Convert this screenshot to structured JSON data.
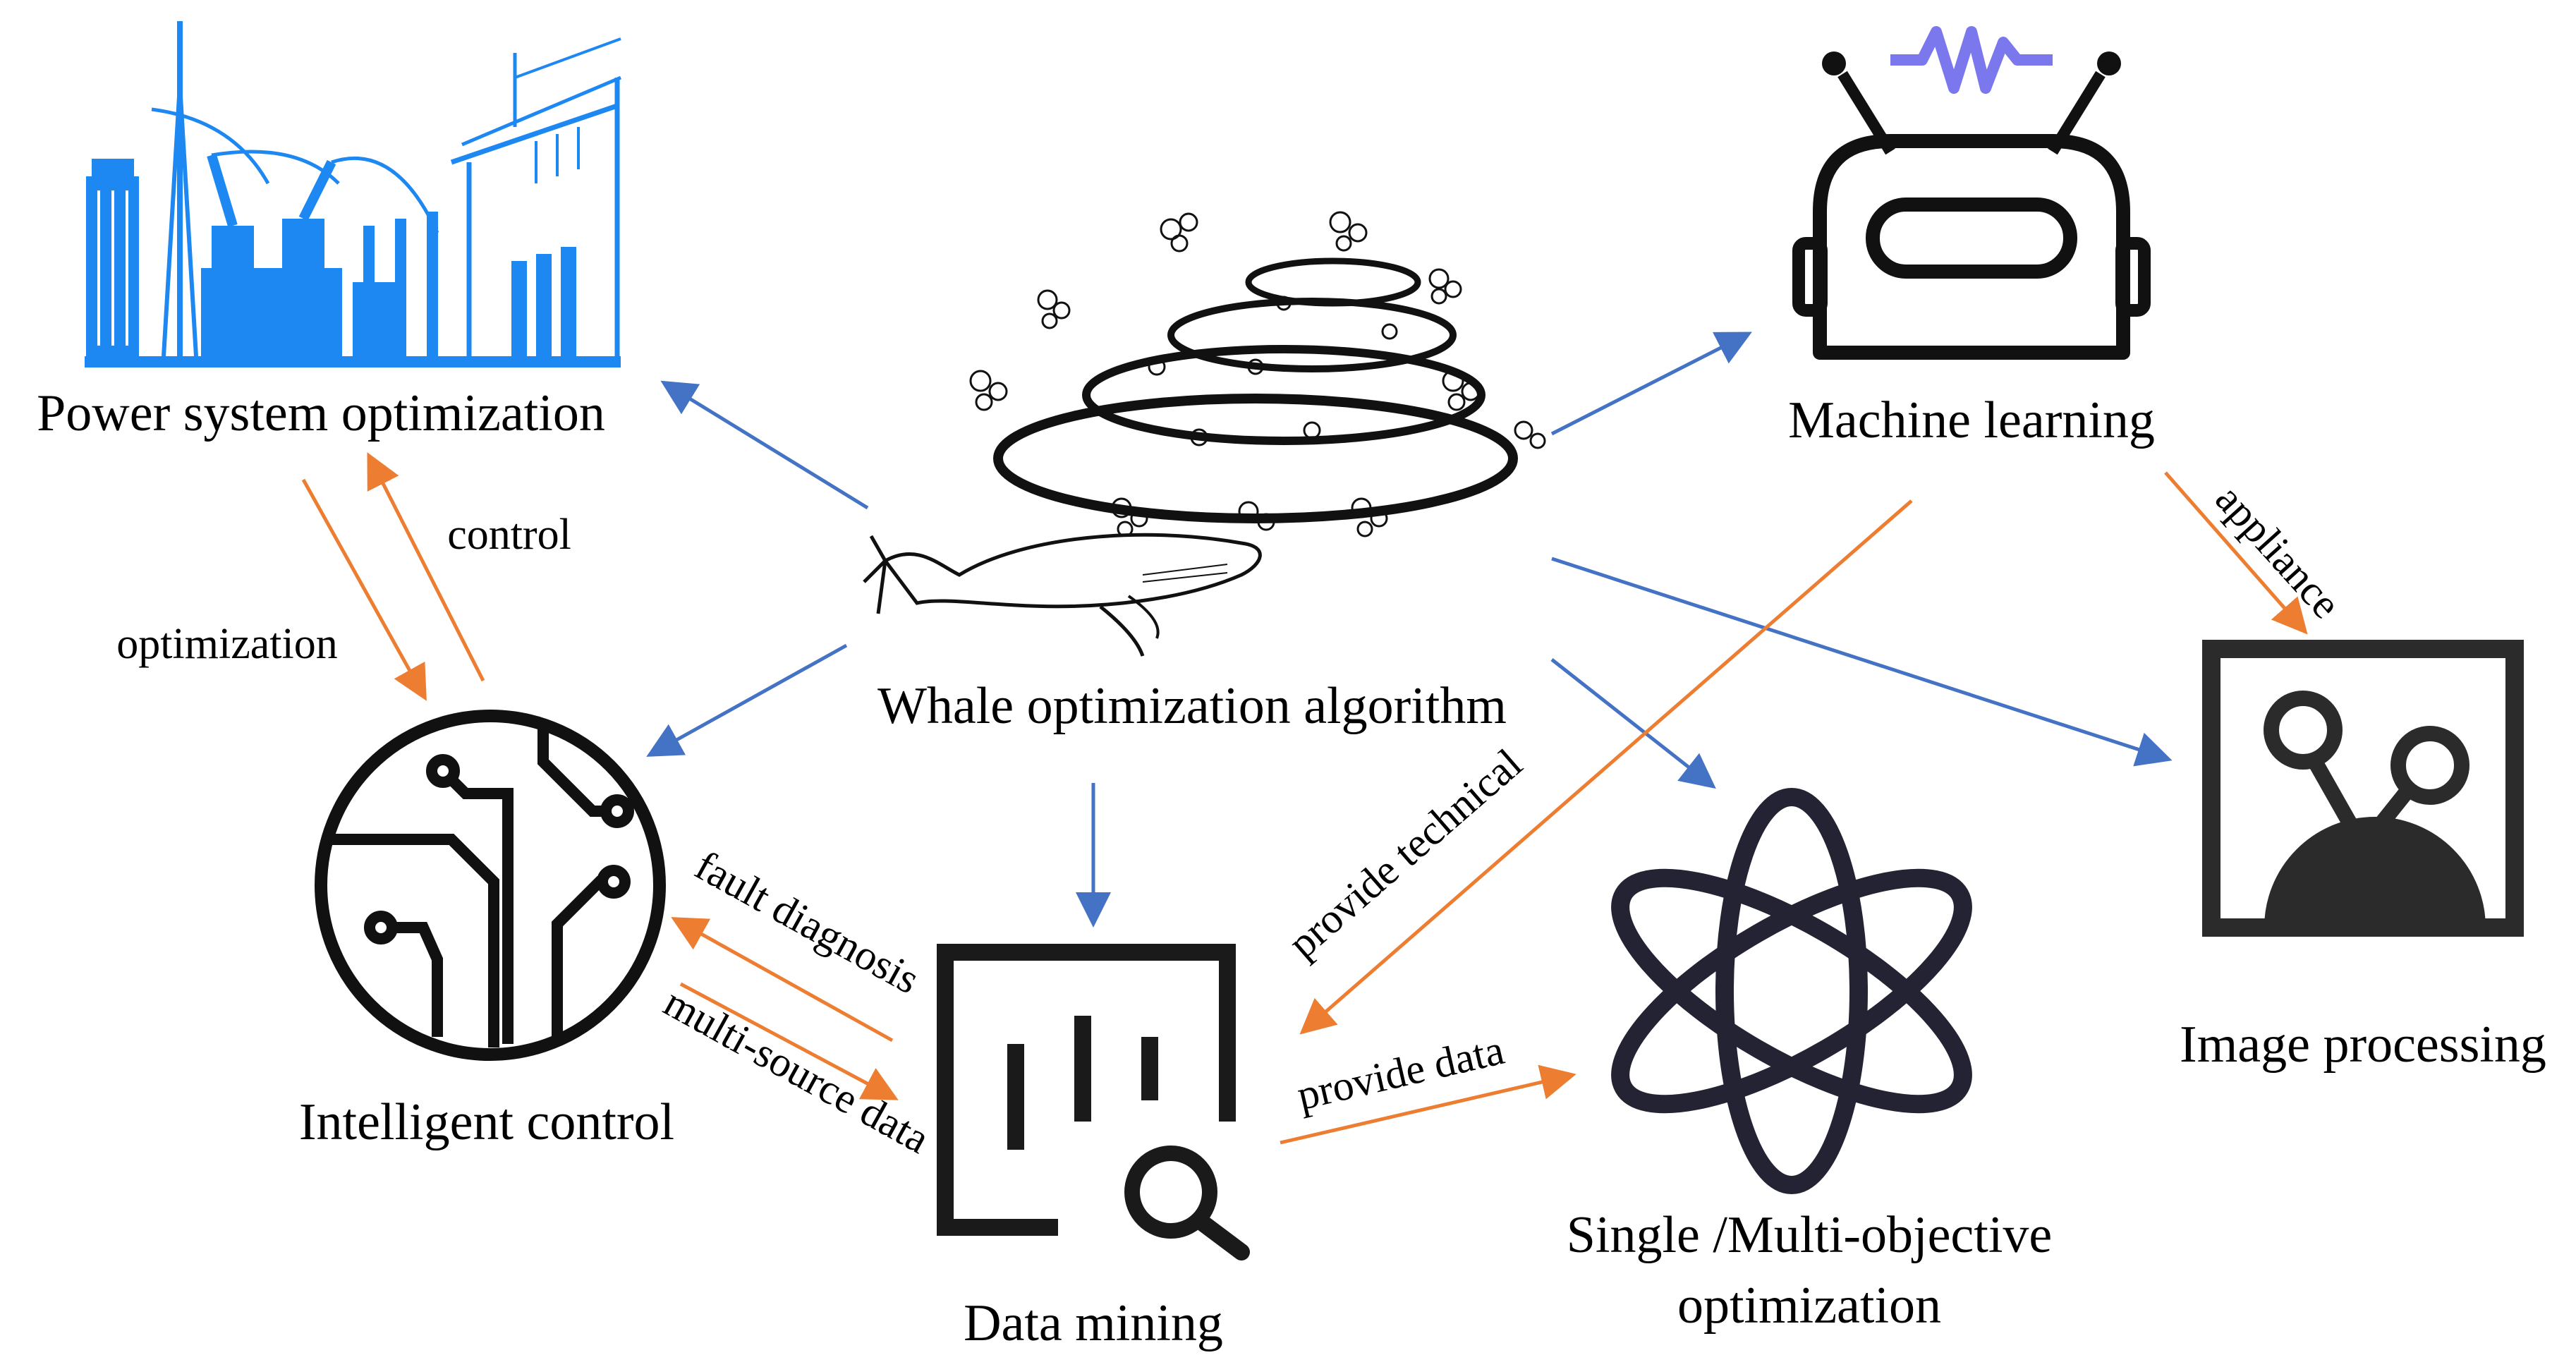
{
  "colors": {
    "blue_arrow": "#4472C4",
    "orange_arrow": "#ED7D31",
    "icon_dark": "#1a1a1a",
    "icon_power_blue": "#1E88F2",
    "icon_wave_purple": "#7B78EE"
  },
  "icons": {
    "whale": "whale-icon",
    "power": "power-substation-icon",
    "robot": "robot-icon",
    "circuit": "circuit-board-icon",
    "data_mining": "data-mining-chart-icon",
    "atom": "atom-icon",
    "image_processing": "image-processing-icon"
  },
  "nodes": {
    "whale": {
      "label": "Whale optimization algorithm"
    },
    "power": {
      "label": "Power system optimization"
    },
    "ml": {
      "label": "Machine learning"
    },
    "intelligent": {
      "label": "Intelligent control"
    },
    "datamining": {
      "label": "Data mining"
    },
    "singlemulti": {
      "label_line1": "Single /Multi-objective",
      "label_line2": "optimization"
    },
    "image": {
      "label": "Image processing"
    }
  },
  "edge_labels": {
    "control": "control",
    "optimization": "optimization",
    "fault_diagnosis": "fault diagnosis",
    "multi_source_data": "multi-source data",
    "provide_technical": "provide technical",
    "provide_data": "provide data",
    "appliance": "appliance"
  }
}
